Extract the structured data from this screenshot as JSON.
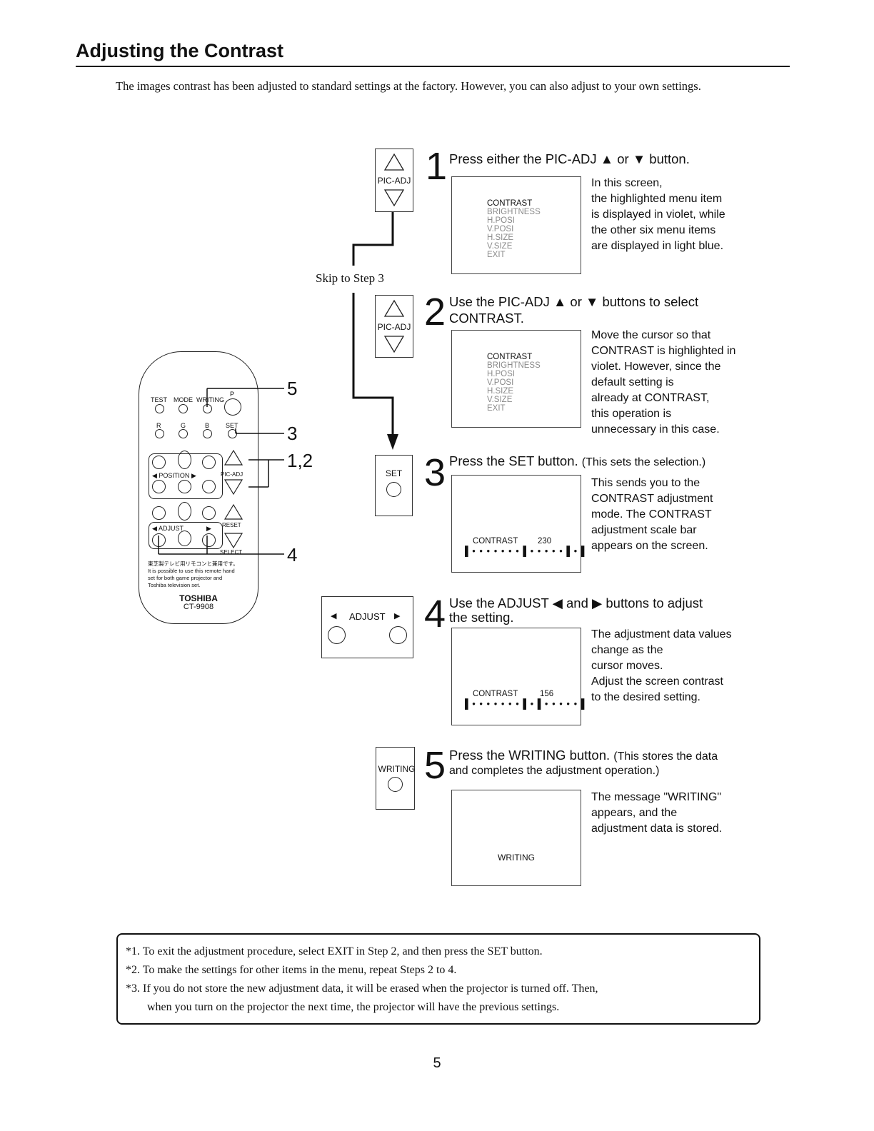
{
  "page": {
    "title": "Adjusting the Contrast",
    "intro": "The images contrast has been adjusted to standard settings at the factory. However, you can also adjust to your own settings.",
    "skip_label": "Skip to Step 3",
    "page_number": "5"
  },
  "buttons": {
    "pic_adj": "PIC-ADJ",
    "set": "SET",
    "adjust": "ADJUST",
    "writing": "WRITING"
  },
  "menu_items": [
    "CONTRAST",
    "BRIGHTNESS",
    "H.POSI",
    "V.POSI",
    "H.SIZE",
    "V.SIZE",
    "EXIT"
  ],
  "steps": [
    {
      "num": "1",
      "heading": "Press either the PIC-ADJ ▲ or ▼ button.",
      "desc": [
        "In this screen,",
        "the highlighted menu item",
        "is displayed in violet, while",
        "the other six menu items",
        "are displayed in light blue."
      ]
    },
    {
      "num": "2",
      "heading": "Use the PIC-ADJ ▲ or ▼ buttons to select",
      "heading2": "CONTRAST.",
      "desc": [
        "Move the cursor so that",
        "CONTRAST is highlighted in",
        "violet. However, since the",
        "default setting is",
        "already at CONTRAST,",
        "this operation is",
        "unnecessary in this case."
      ]
    },
    {
      "num": "3",
      "heading": "Press the SET button.",
      "sub": "(This sets the selection.)",
      "screen_label": "CONTRAST",
      "screen_value": "230",
      "desc": [
        "This sends you to the",
        "CONTRAST adjustment",
        "mode. The CONTRAST",
        "adjustment scale bar",
        "appears on the screen."
      ]
    },
    {
      "num": "4",
      "heading": "Use the ADJUST ◀ and ▶ buttons to adjust",
      "heading2": "the setting.",
      "screen_label": "CONTRAST",
      "screen_value": "156",
      "desc": [
        "The adjustment data  values",
        "change as the",
        "cursor moves.",
        "Adjust  the  screen  contrast",
        "to the desired setting."
      ]
    },
    {
      "num": "5",
      "heading": "Press the WRITING button.",
      "sub": "(This stores the data",
      "sub2": "and completes the adjustment operation.)",
      "screen_label": "WRITING",
      "desc": [
        "The message \"WRITING\"",
        "appears, and the",
        "adjustment data is stored."
      ]
    }
  ],
  "remote": {
    "row1": [
      "TEST",
      "MODE",
      "WRITING",
      "P"
    ],
    "row2": [
      "R",
      "G",
      "B",
      "SET"
    ],
    "position": "POSITION",
    "pic_adj": "PIC-ADJ",
    "adjust": "ADJUST",
    "reset": "RESET",
    "select": "SELECT",
    "jp_text": "東芝製テレビ用リモコンと兼用です。",
    "en_text": [
      "It is possible to use this remote hand",
      "set for both game projector and",
      "Toshiba television set."
    ],
    "brand": "TOSHIBA",
    "model": "CT-9908",
    "callouts": [
      "5",
      "3",
      "1,2",
      "4"
    ]
  },
  "notes": [
    "*1. To exit the adjustment procedure, select EXIT in Step 2, and then press the SET button.",
    "*2. To make the settings for other items in the menu, repeat Steps 2 to 4.",
    "*3. If you do not store the new adjustment data, it will be erased when the projector is turned off. Then,",
    "when you turn on the projector the next time, the projector will have the previous settings."
  ]
}
